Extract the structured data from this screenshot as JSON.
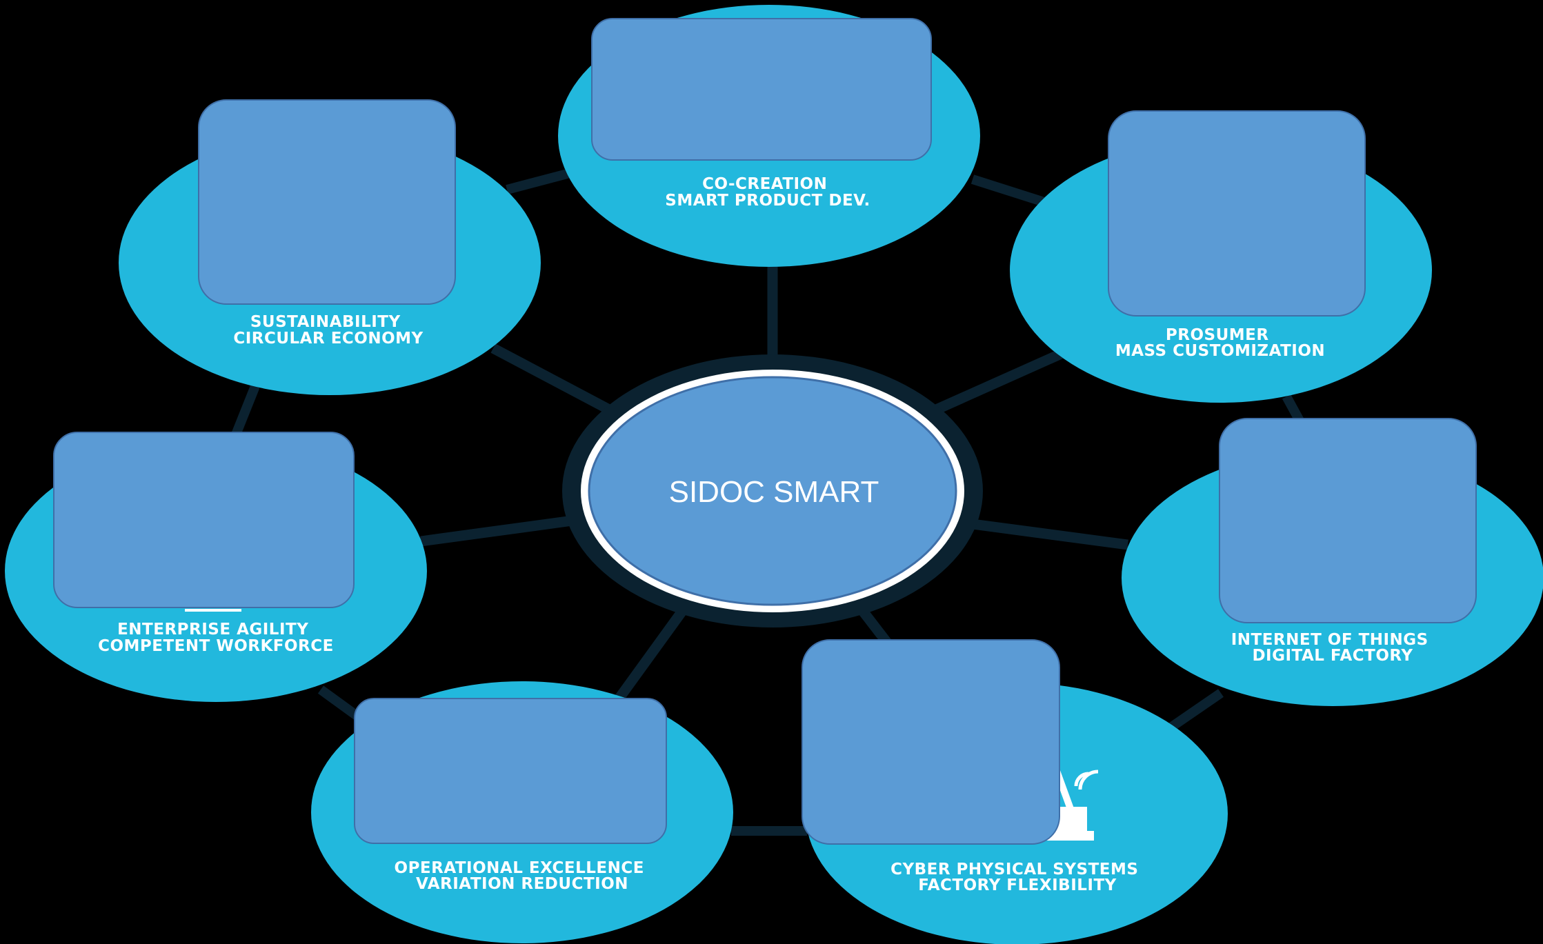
{
  "diagram": {
    "center": {
      "label": "SIDOC SMART"
    },
    "nodes": [
      {
        "id": "co-creation",
        "line1": "CO-CREATION",
        "line2": "SMART PRODUCT DEV."
      },
      {
        "id": "prosumer",
        "line1": "PROSUMER",
        "line2": "MASS CUSTOMIZATION"
      },
      {
        "id": "iot",
        "line1": "INTERNET OF THINGS",
        "line2": "DIGITAL FACTORY"
      },
      {
        "id": "cps",
        "line1": "CYBER PHYSICAL SYSTEMS",
        "line2": "FACTORY FLEXIBILITY"
      },
      {
        "id": "operational",
        "line1": "OPERATIONAL EXCELLENCE",
        "line2": "VARIATION REDUCTION"
      },
      {
        "id": "enterprise",
        "line1": "ENTERPRISE AGILITY",
        "line2": "COMPETENT WORKFORCE"
      },
      {
        "id": "sustainability",
        "line1": "SUSTAINABILITY",
        "line2": "CIRCULAR ECONOMY"
      }
    ],
    "colors": {
      "background": "#000000",
      "node_fill": "#22b8dd",
      "box_fill": "#5b9bd5",
      "box_stroke": "#3f6fa8",
      "connector": "#0b2230",
      "center_ring": "#ffffff"
    }
  }
}
